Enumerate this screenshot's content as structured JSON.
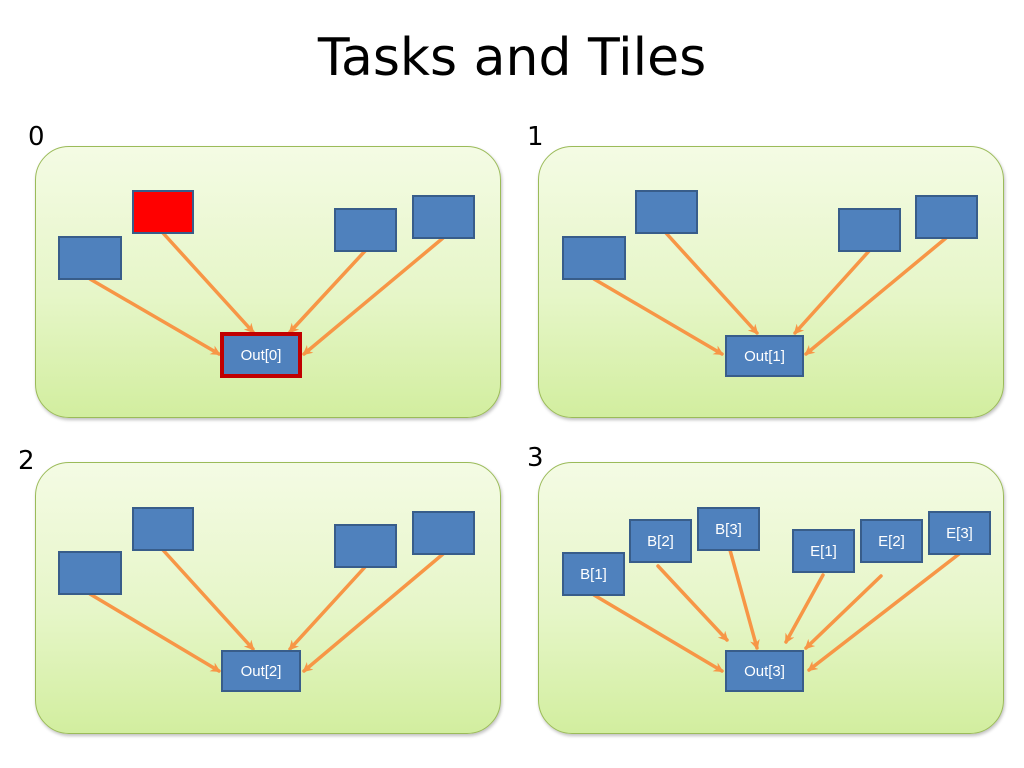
{
  "title": "Tasks and Tiles",
  "colors": {
    "box_fill": "#4f81bd",
    "box_stroke": "#385d8a",
    "highlight_fill": "#ff0000",
    "highlight_stroke": "#c00000",
    "arrow": "#f79646",
    "panel_border": "#9bbb59"
  },
  "panels": [
    {
      "number": "0",
      "output_label": "Out[0]",
      "output_highlighted": true,
      "inputs": [
        {
          "label": "",
          "highlighted": false
        },
        {
          "label": "",
          "highlighted": true
        },
        {
          "label": "",
          "highlighted": false
        },
        {
          "label": "",
          "highlighted": false
        }
      ]
    },
    {
      "number": "1",
      "output_label": "Out[1]",
      "output_highlighted": false,
      "inputs": [
        {
          "label": "",
          "highlighted": false
        },
        {
          "label": "",
          "highlighted": false
        },
        {
          "label": "",
          "highlighted": false
        },
        {
          "label": "",
          "highlighted": false
        }
      ]
    },
    {
      "number": "2",
      "output_label": "Out[2]",
      "output_highlighted": false,
      "inputs": [
        {
          "label": "",
          "highlighted": false
        },
        {
          "label": "",
          "highlighted": false
        },
        {
          "label": "",
          "highlighted": false
        },
        {
          "label": "",
          "highlighted": false
        }
      ]
    },
    {
      "number": "3",
      "output_label": "Out[3]",
      "output_highlighted": false,
      "inputs": [
        {
          "label": "B[1]",
          "highlighted": false
        },
        {
          "label": "B[2]",
          "highlighted": false
        },
        {
          "label": "B[3]",
          "highlighted": false
        },
        {
          "label": "E[1]",
          "highlighted": false
        },
        {
          "label": "E[2]",
          "highlighted": false
        },
        {
          "label": "E[3]",
          "highlighted": false
        }
      ]
    }
  ]
}
